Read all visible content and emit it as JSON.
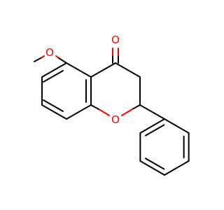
{
  "molecule": {
    "atoms": {
      "carbonyl_oxygen": {
        "symbol": "O",
        "color": "#ff0000"
      },
      "methoxy_oxygen": {
        "symbol": "O",
        "color": "#ff0000"
      },
      "ring_oxygen": {
        "symbol": "O",
        "color": "#ff0000"
      }
    },
    "bond_color": "#000000"
  }
}
